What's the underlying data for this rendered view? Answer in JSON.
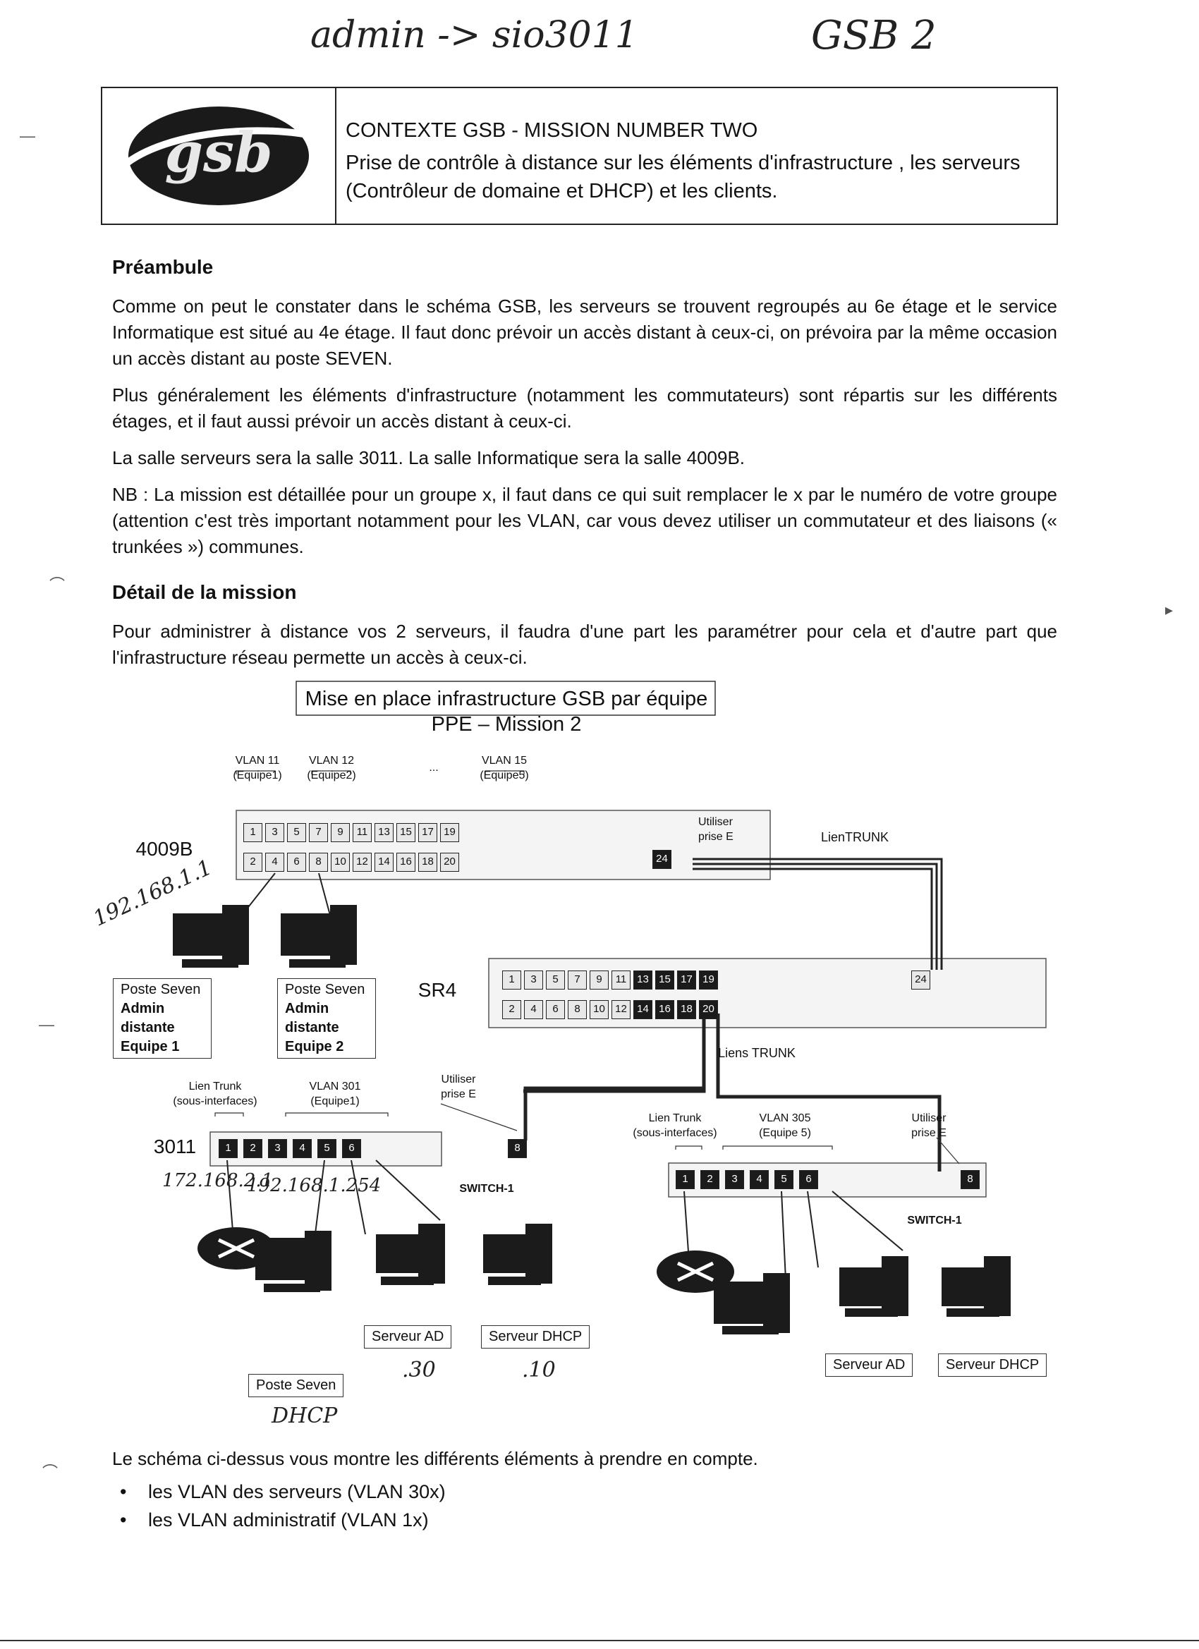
{
  "handwriting": {
    "top_note": "admin -> sio3011",
    "top_right": "GSB 2",
    "ip_4009b": "192.168.1.1",
    "ip_router": "172.168.2.1",
    "ip_router2": "192.168.1.254",
    "ad_suffix": ".30",
    "dhcp_suffix": ".10",
    "poste_note": "DHCP"
  },
  "header": {
    "logo_text": "gsb",
    "title": "CONTEXTE GSB - MISSION NUMBER TWO",
    "subtitle": "Prise de contrôle à distance sur les éléments d'infrastructure , les serveurs (Contrôleur de domaine et DHCP) et les clients."
  },
  "preambule": {
    "heading": "Préambule",
    "p1": "Comme on peut le constater dans le schéma GSB, les serveurs se trouvent regroupés au 6e étage et le service Informatique est situé au 4e étage. Il faut donc prévoir un accès distant à ceux-ci, on prévoira par la même occasion un accès distant au poste SEVEN.",
    "p2": "Plus généralement les éléments d'infrastructure (notamment les commutateurs) sont répartis sur les différents étages, et il faut aussi prévoir un accès distant à ceux-ci.",
    "p3": "La salle serveurs sera la salle 3011. La salle Informatique sera la salle 4009B.",
    "p4": "NB : La mission est détaillée pour un groupe x, il faut dans ce qui suit remplacer le x par le numéro de votre groupe (attention c'est très important notamment pour les VLAN, car vous devez utiliser un commutateur et des liaisons (« trunkées ») communes."
  },
  "detail": {
    "heading": "Détail de la mission",
    "p1": "Pour administrer à distance vos 2 serveurs, il faudra d'une part les paramétrer pour cela et d'autre part que l'infrastructure réseau permette un accès à ceux-ci."
  },
  "diagram": {
    "title": "Mise en place infrastructure GSB par équipe PPE – Mission 2",
    "vlan11": "VLAN 11",
    "vlan11_eq": "(Equipe1)",
    "vlan12": "VLAN 12",
    "vlan12_eq": "(Equipe2)",
    "ellipsis": "...",
    "vlan15": "VLAN 15",
    "vlan15_eq": "(Equipe5)",
    "room_4009b": "4009B",
    "utiliser": "Utiliser",
    "prise_e": "prise E",
    "lien_trunk": "LienTRUNK",
    "sr4": "SR4",
    "liens_trunk": "Liens TRUNK",
    "poste1_a": "Poste Seven",
    "poste1_b": "Admin distante",
    "poste1_c": "Equipe 1",
    "poste2_a": "Poste Seven",
    "poste2_b": "Admin distante",
    "poste2_c": "Equipe 2",
    "lien_trunk_l": "Lien Trunk",
    "sous_if": "(sous-interfaces)",
    "vlan301": "VLAN 301",
    "vlan301_eq": "(Equipe1)",
    "utiliser_l": "Utiliser",
    "prise_e_l": "prise E",
    "room_3011": "3011",
    "switch1_l": "SWITCH-1",
    "serveur_ad": "Serveur AD",
    "serveur_dhcp": "Serveur DHCP",
    "poste_seven": "Poste Seven",
    "lien_trunk_r": "Lien Trunk",
    "sous_if_r": "(sous-interfaces)",
    "vlan305": "VLAN 305",
    "vlan305_eq": "(Equipe 5)",
    "utiliser_r": "Utiliser",
    "prise_e_r": "prise E",
    "switch1_r": "SWITCH-1",
    "serveur_ad_r": "Serveur AD",
    "serveur_dhcp_r": "Serveur DHCP",
    "sw4009_top": [
      "1",
      "3",
      "5",
      "7",
      "9",
      "11",
      "13",
      "15",
      "17",
      "19"
    ],
    "sw4009_bot": [
      "2",
      "4",
      "6",
      "8",
      "10",
      "12",
      "14",
      "16",
      "18",
      "20"
    ],
    "sw4009_24": "24",
    "sr4_top": [
      "1",
      "3",
      "5",
      "7",
      "9",
      "11",
      "13",
      "15",
      "17",
      "19"
    ],
    "sr4_bot": [
      "2",
      "4",
      "6",
      "8",
      "10",
      "12",
      "14",
      "16",
      "18",
      "20"
    ],
    "sr4_24": "24",
    "sw_ports": [
      "1",
      "2",
      "3",
      "4",
      "5",
      "6"
    ],
    "sw_port8": "8"
  },
  "conclusion": {
    "intro": "Le schéma ci-dessus vous montre les différents éléments à prendre en compte.",
    "items": [
      "les VLAN des serveurs (VLAN 30x)",
      "les VLAN administratif (VLAN 1x)"
    ]
  }
}
